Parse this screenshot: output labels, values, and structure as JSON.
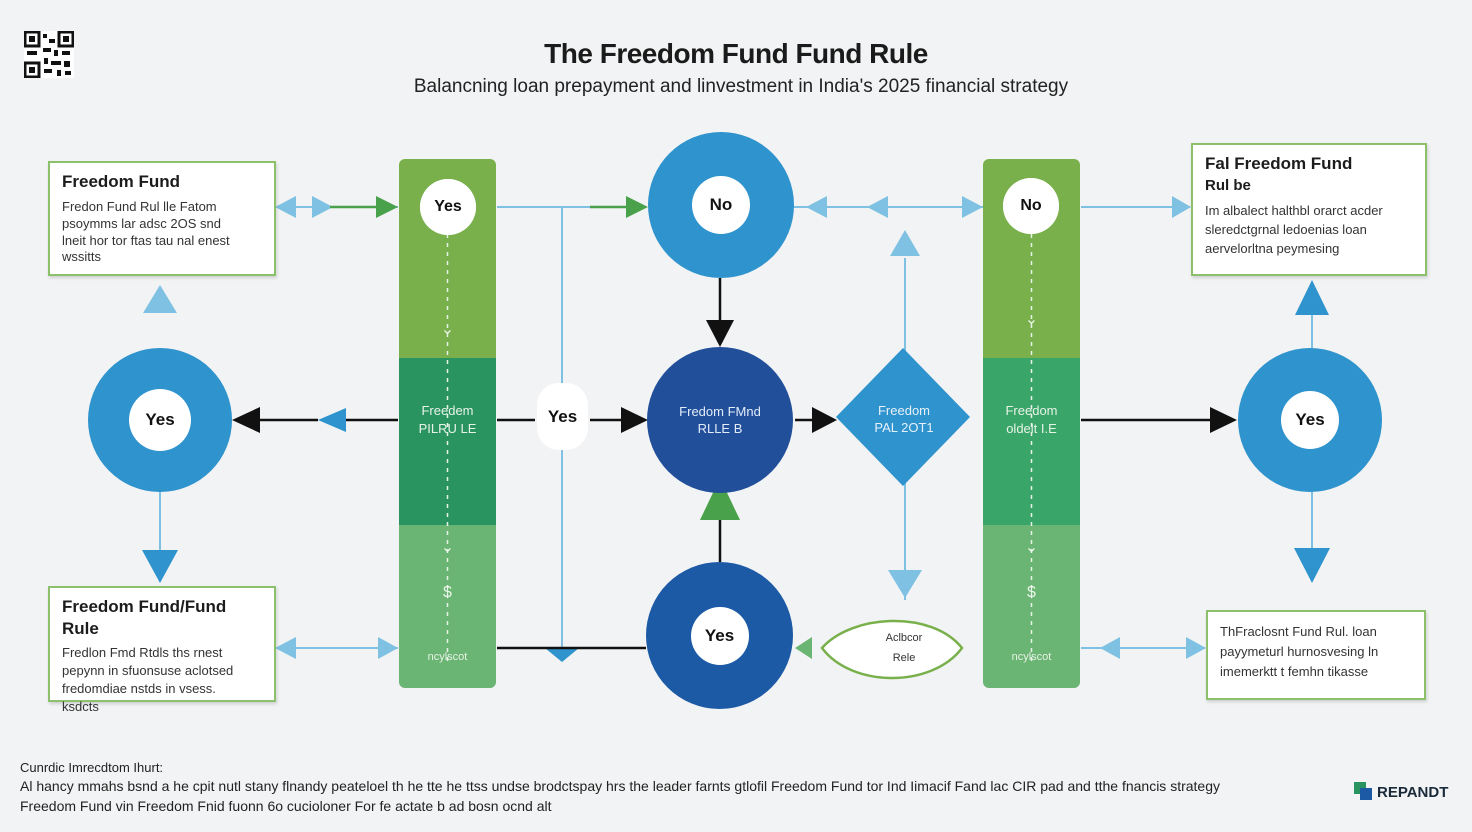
{
  "header": {
    "title": "The Freedom Fund Fund Rule",
    "subtitle": "Balancning loan prepayment and linvestment in India's 2025 financial strategy"
  },
  "boxes": {
    "top_left": {
      "title": "Freedom Fund",
      "line1": "Fredon Fund Rul lle Fatom",
      "line2": "psoymms lar adsc 2OS snd",
      "line3": "lneit hor tor ftas tau nal enest",
      "line4": "wssitts"
    },
    "top_right": {
      "title_line1": "Fal Freedom Fund",
      "title_line2": "Rul be",
      "line1": "Im albalect halthbl orarct acder",
      "line2": "sleredctgrnal ledoenias loan",
      "line3": "aervelorltna peymesing"
    },
    "bottom_left": {
      "title": "Freedom Fund/Fund Rule",
      "line1": "Fredlon Fmd Rtdls ths rnest",
      "line2": "pepynn in sfuonsuse aclotsed",
      "line3": "fredomdiae nstds in vsess.",
      "line4": "ksdcts"
    },
    "bottom_right": {
      "line1": "ThFraclosnt Fund Rul. loan",
      "line2": "payymeturl hurnosvesing ln",
      "line3": "imemerktt t femhn tikasse"
    }
  },
  "nodes": {
    "yes_left": "Yes",
    "no_top": "No",
    "no_right_col": "No",
    "yes_col1": "Yes",
    "yes_pill": "Yes",
    "yes_bottom": "Yes",
    "yes_right": "Yes",
    "center_line1": "Fredom FMnd",
    "center_line2": "RLLE B",
    "diamond_line1": "Freedom",
    "diamond_line2": "PAL 2OT1",
    "leaf_line1": "Aclbcor",
    "leaf_line2": "Rele"
  },
  "columns": {
    "left_line1": "Freedem",
    "left_line2": "PILRU LE",
    "right_line1": "Freedom",
    "right_line2": "oldelt I.E",
    "bottom_text": "ncylscot",
    "dollar": "$",
    "chevron": "⌄"
  },
  "footer": {
    "label": "Cunrdic Imrecdtom Ihurt:",
    "line1": "Al hancy mmahs bsnd a he cpit nutl stany flnandy peateloel th he tte he ttss undse brodctspay hrs the leader farnts gtlofil Freedom Fund tor Ind Iimacif Fand lac CIR pad and tthe fnancis strategy",
    "line2": "Freedom Fund vin Freedom Fnid fuonn 6o cucioloner For fe actate b ad bosn ocnd alt"
  },
  "logo": "REPANDT",
  "colors": {
    "green_light": "#79b04c",
    "green_dark": "#2a9461",
    "green_mid": "#6ab573",
    "blue_light": "#2f93cd",
    "blue_dark": "#1c5aa6",
    "blue_navy": "#224f9a",
    "arrow_light": "#78bde0",
    "border_green": "#8cc06b"
  }
}
